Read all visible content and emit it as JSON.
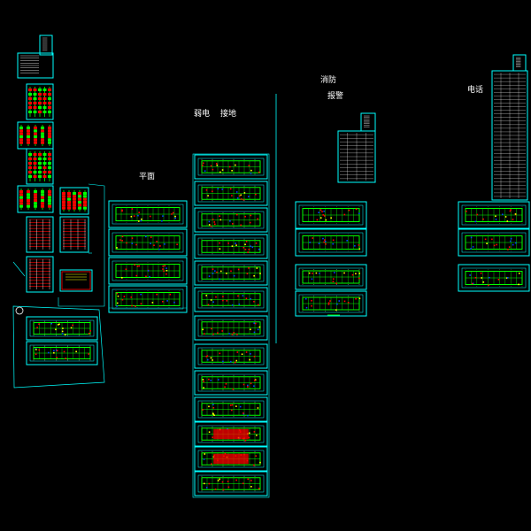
{
  "colors": {
    "background": "#000000",
    "frame": "#00ffff",
    "wall": "#00ff00",
    "accent_red": "#ff0000",
    "accent_blue": "#0044ff",
    "text": "#ffffff",
    "yellow": "#ffff00"
  },
  "labels": {
    "section_plan": "平面",
    "section_weak_power": "弱电",
    "section_grounding": "接地",
    "section_fire_top": "消防",
    "section_fire_alarm": "报警",
    "section_phone": "电话"
  }
}
